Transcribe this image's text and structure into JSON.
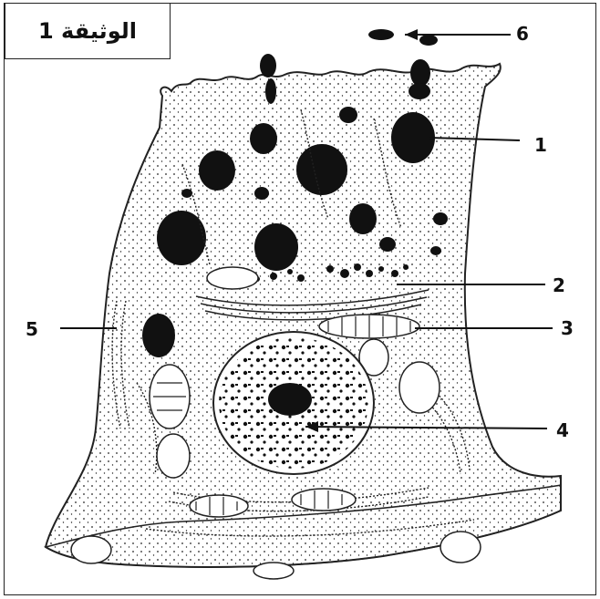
{
  "document": {
    "title": "الوثيقة 1"
  },
  "labels": [
    {
      "id": "label-1",
      "text": "1"
    },
    {
      "id": "label-2",
      "text": "2"
    },
    {
      "id": "label-3",
      "text": "3"
    },
    {
      "id": "label-4",
      "text": "4"
    },
    {
      "id": "label-5",
      "text": "5"
    },
    {
      "id": "label-6",
      "text": "6"
    }
  ],
  "colors": {
    "ink": "#111111",
    "background": "#ffffff"
  }
}
